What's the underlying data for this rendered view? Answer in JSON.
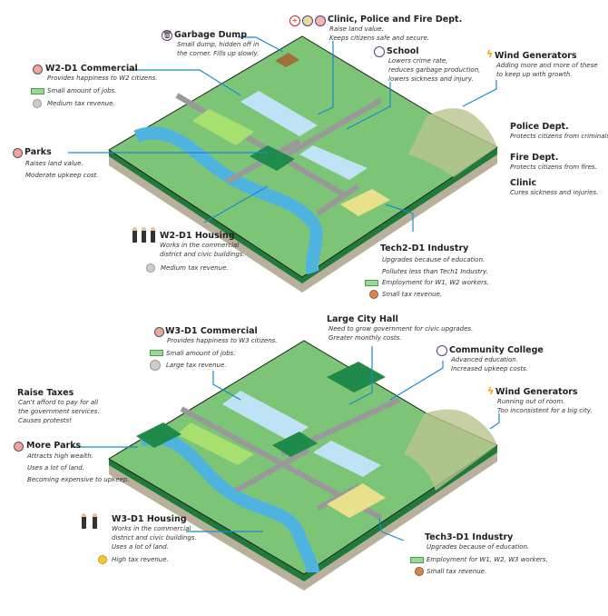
{
  "top_map": {
    "garbage_dump": {
      "title": "Garbage Dump",
      "lines": [
        "Small dump, hidden off in",
        "the corner. Fills up slowly."
      ]
    },
    "commercial": {
      "title": "W2-D1 Commercial",
      "desc": "Provides happiness to W2 citizens.",
      "jobs": "Small amount of jobs.",
      "tax": "Medium tax revenue."
    },
    "parks": {
      "title": "Parks",
      "lines": [
        "Raises land value.",
        "Moderate upkeep cost."
      ]
    },
    "housing": {
      "title": "W2-D1 Housing",
      "lines": [
        "Works in the commercial",
        "district and civic buildings."
      ],
      "tax": "Medium tax revenue."
    },
    "civic": {
      "title": "Clinic, Police and Fire Dept.",
      "lines": [
        "Raise land value.",
        "Keeps citizens safe and secure."
      ]
    },
    "school": {
      "title": "School",
      "lines": [
        "Lowers crime rate,",
        "reduces garbage production,",
        "lowers sickness and injury."
      ]
    },
    "wind": {
      "title": "Wind Generators",
      "lines": [
        "Adding more and more of these",
        "to keep up with growth."
      ]
    },
    "police": {
      "title": "Police Dept.",
      "desc": "Protects citizens from criminals."
    },
    "fire": {
      "title": "Fire Dept.",
      "desc": "Protects citizens from fires."
    },
    "clinic": {
      "title": "Clinic",
      "desc": "Cures sickness and injuries."
    },
    "industry": {
      "title": "Tech2-D1 Industry",
      "lines": [
        "Upgrades because of education.",
        "Pollutes less than Tech1 Industry."
      ],
      "jobs": "Employment for  W1, W2 workers.",
      "tax": "Small tax revenue."
    }
  },
  "bottom_map": {
    "commercial": {
      "title": "W3-D1 Commercial",
      "desc": "Provides happiness to W3 citizens.",
      "jobs": "Small amount of jobs.",
      "tax": "Large tax revenue."
    },
    "raise_taxes": {
      "title": "Raise Taxes",
      "lines": [
        "Can't afford to pay for all",
        "the government services.",
        "Causes protests!"
      ]
    },
    "more_parks": {
      "title": "More Parks",
      "lines": [
        "Attracts high wealth.",
        "Uses a lot of land.",
        "Becoming expensive to upkeep."
      ]
    },
    "housing": {
      "title": "W3-D1 Housing",
      "lines": [
        "Works in the commercial",
        "district and civic buildings.",
        "Uses a lot of land."
      ],
      "tax": "High tax revenue."
    },
    "city_hall": {
      "title": "Large City Hall",
      "lines": [
        "Need to grow government for civic upgrades.",
        "Greater monthly costs."
      ]
    },
    "college": {
      "title": "Community College",
      "lines": [
        "Advanced education.",
        "Increased upkeep costs."
      ]
    },
    "wind": {
      "title": "Wind Generators",
      "lines": [
        "Running out of room.",
        "Too inconsistent for a big city."
      ]
    },
    "industry": {
      "title": "Tech3-D1 Industry",
      "desc": "Upgrades because of education.",
      "jobs": "Employment for  W1, W2, W3 workers.",
      "tax": "Small tax revenue."
    }
  },
  "colors": {
    "grass": "#7cc576",
    "hill": "#b9c48e",
    "river": "#4fb3e0",
    "road": "#999999",
    "soil": "#b8b09a",
    "edge": "#1f7a3c",
    "leader": "#1a8cc8"
  }
}
